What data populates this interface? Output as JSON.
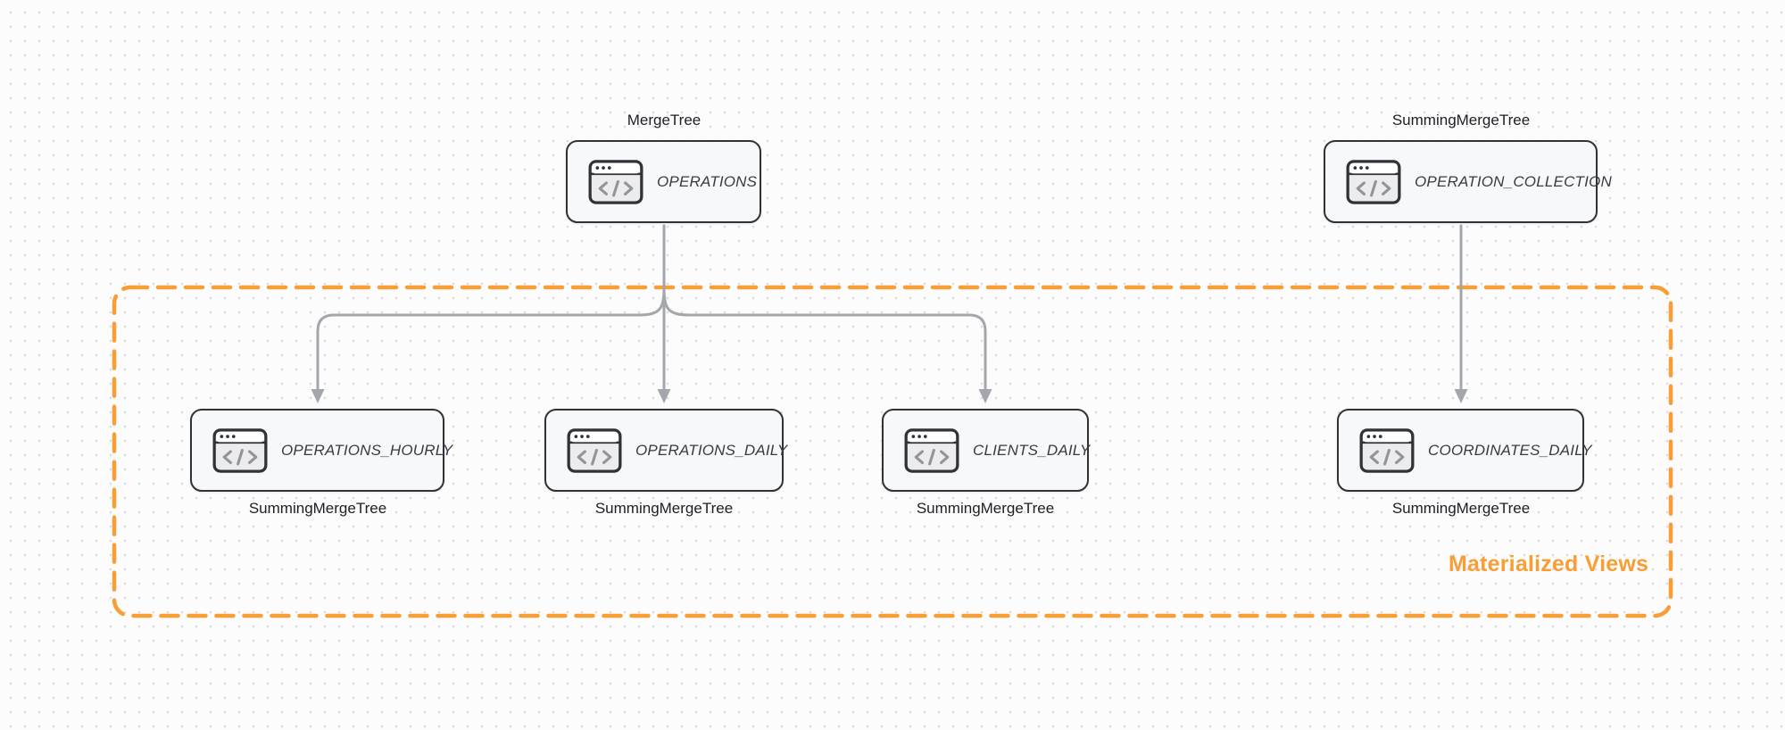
{
  "diagram": {
    "group": {
      "label": "Materialized Views",
      "border_style": "dashed",
      "color": "#f89e35"
    },
    "nodes": [
      {
        "id": "operations",
        "label": "OPERATIONS",
        "engine": "MergeTree",
        "engine_position": "top",
        "icon": "code-window-icon",
        "inside_group": false
      },
      {
        "id": "operation_collection",
        "label": "OPERATION_COLLECTION",
        "engine": "SummingMergeTree",
        "engine_position": "top",
        "icon": "code-window-icon",
        "inside_group": false
      },
      {
        "id": "operations_hourly",
        "label": "OPERATIONS_HOURLY",
        "engine": "SummingMergeTree",
        "engine_position": "bottom",
        "icon": "code-window-icon",
        "inside_group": true
      },
      {
        "id": "operations_daily",
        "label": "OPERATIONS_DAILY",
        "engine": "SummingMergeTree",
        "engine_position": "bottom",
        "icon": "code-window-icon",
        "inside_group": true
      },
      {
        "id": "clients_daily",
        "label": "CLIENTS_DAILY",
        "engine": "SummingMergeTree",
        "engine_position": "bottom",
        "icon": "code-window-icon",
        "inside_group": true
      },
      {
        "id": "coordinates_daily",
        "label": "COORDINATES_DAILY",
        "engine": "SummingMergeTree",
        "engine_position": "bottom",
        "icon": "code-window-icon",
        "inside_group": true
      }
    ],
    "edges": [
      {
        "from": "operations",
        "to": "operations_hourly"
      },
      {
        "from": "operations",
        "to": "operations_daily"
      },
      {
        "from": "operations",
        "to": "clients_daily"
      },
      {
        "from": "operation_collection",
        "to": "coordinates_daily"
      }
    ],
    "colors": {
      "node_border": "#2f3337",
      "node_fill": "#f7f8f9",
      "arrow": "#a3a6aa",
      "accent_orange": "#f89e35",
      "engine_text": "#1c1f23",
      "node_label_text": "#373c42",
      "background": "#fcfcfd"
    }
  }
}
